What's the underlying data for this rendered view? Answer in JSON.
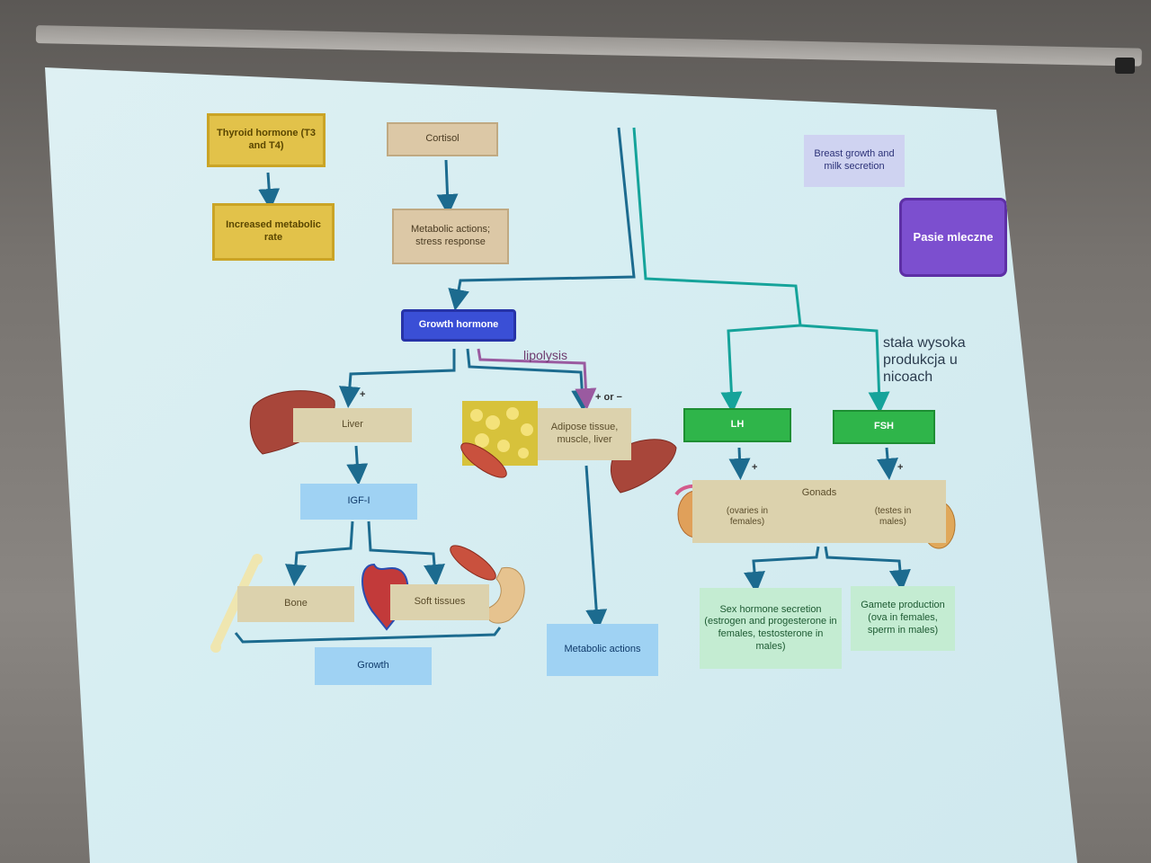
{
  "boxes": {
    "thyroid_hormone": "Thyroid hormone (T3 and T4)",
    "increased_metabolic_rate": "Increased metabolic rate",
    "cortisol": "Cortisol",
    "metabolic_actions_stress": "Metabolic actions; stress response",
    "breast_growth": "Breast growth and milk secretion",
    "pasie_mleczne": "Pasie mleczne",
    "growth_hormone": "Growth hormone",
    "lipolysis": "lipolysis",
    "liver": "Liver",
    "adipose": "Adipose tissue, muscle, liver",
    "igf1": "IGF-I",
    "bone": "Bone",
    "soft_tissues": "Soft tissues",
    "growth": "Growth",
    "metabolic_actions": "Metabolic actions",
    "lh": "LH",
    "fsh": "FSH",
    "gonads": "Gonads",
    "ovaries": "(ovaries in females)",
    "testes": "(testes in males)",
    "sex_hormone_secretion": "Sex hormone secretion (estrogen and progesterone in females, testosterone in males)",
    "gamete_production": "Gamete production (ova in females, sperm in males)"
  },
  "annotations": {
    "side_note": "stała wysoka produkcja u nicoach",
    "plus": "+",
    "plus_or_minus": "+ or −"
  },
  "colors": {
    "thyroid": "#e2c24a",
    "growth_hormone": "#3a4fd6",
    "green": "#2fb54a",
    "purple": "#7c4fcf",
    "arrow_blue": "#1c6b8f",
    "arrow_teal": "#15a39a",
    "lipolysis_arrow": "#9a5aa0"
  }
}
